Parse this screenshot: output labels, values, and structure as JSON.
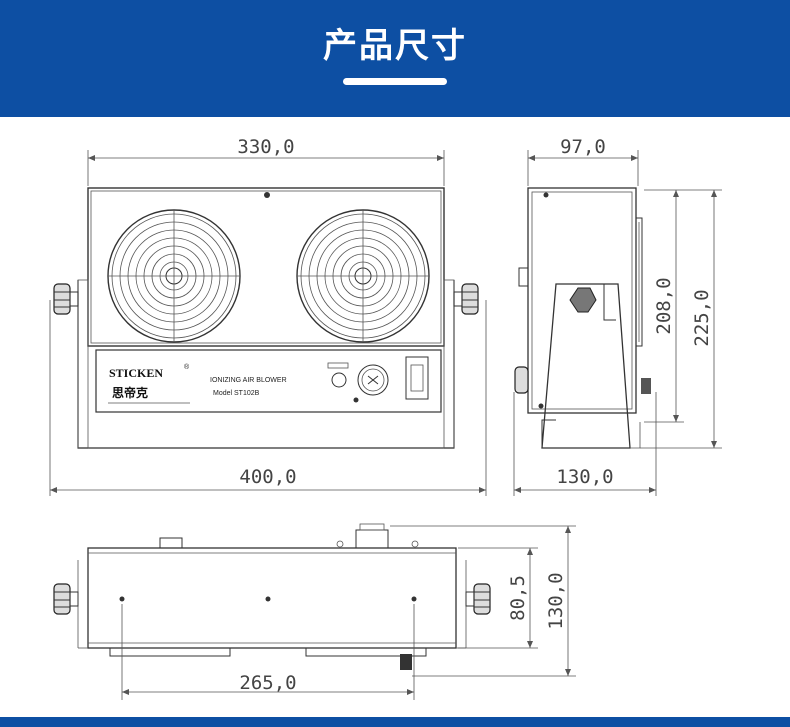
{
  "header": {
    "title": "产品尺寸"
  },
  "front_view": {
    "width_top": "330,0",
    "width_bottom": "400,0",
    "panel": {
      "brand": "STICKEN",
      "brand_cn": "思帝克",
      "product_line": "IONIZING AIR BLOWER",
      "model": "Model ST102B"
    }
  },
  "side_view": {
    "depth_top": "97,0",
    "depth_bottom": "130,0",
    "height_inner": "208,0",
    "height_outer": "225,0"
  },
  "top_view": {
    "hole_spacing": "265,0",
    "depth_inner": "80,5",
    "depth_outer": "130,0"
  },
  "colors": {
    "brand_blue": "#0d4fa3"
  }
}
